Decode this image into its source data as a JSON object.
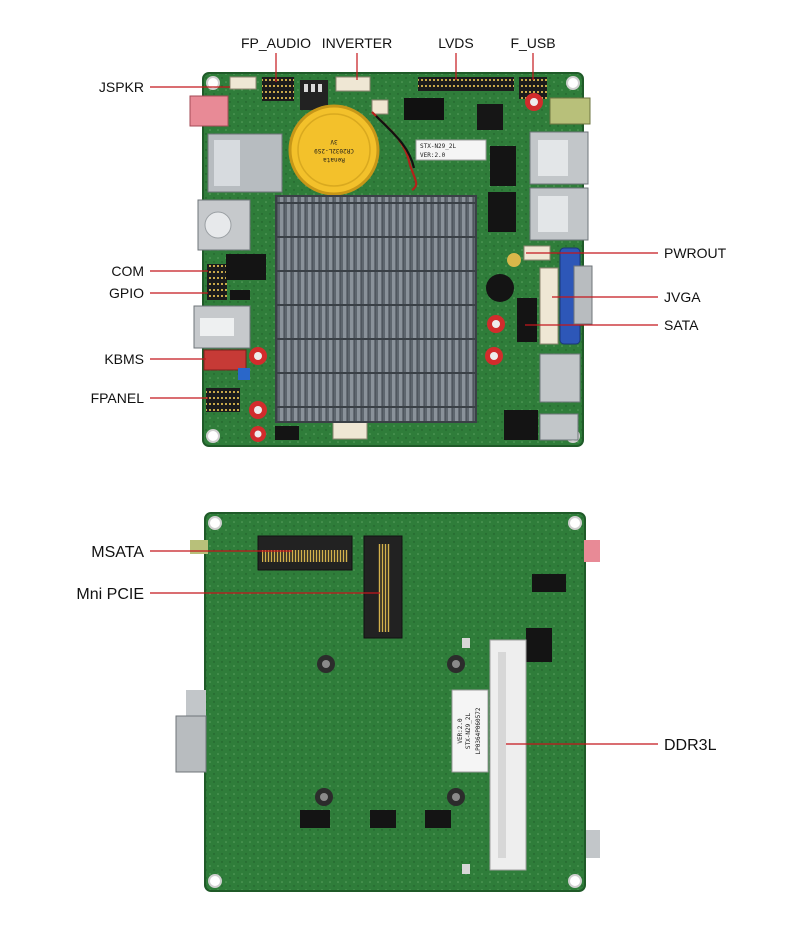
{
  "top_board": {
    "callouts": {
      "fp_audio": "FP_AUDIO",
      "inverter": "INVERTER",
      "lvds": "LVDS",
      "f_usb": "F_USB",
      "jspkr": "JSPKR",
      "com": "COM",
      "gpio": "GPIO",
      "kbms": "KBMS",
      "fpanel": "FPANEL",
      "pwrout": "PWROUT",
      "jvga": "JVGA",
      "sata": "SATA"
    },
    "silkscreen": {
      "board_id": "STX-N29_2L",
      "version": "VER:2.0",
      "battery_brand": "Renata",
      "battery_model": "CR2032L-2S9",
      "battery_voltage": "3V"
    }
  },
  "bottom_board": {
    "callouts": {
      "msata": "MSATA",
      "mini_pcie": "Mni PCIE",
      "ddr3l": "DDR3L"
    },
    "silkscreen": {
      "board_id": "STX-N29_2L",
      "version": "VER:2.0",
      "serial": "LP0364P060572"
    }
  },
  "colors": {
    "pcb": "#2f7d3a",
    "pcb_dark": "#245f2d",
    "heatsink": "#6d767f",
    "leader": "#c4161c"
  }
}
